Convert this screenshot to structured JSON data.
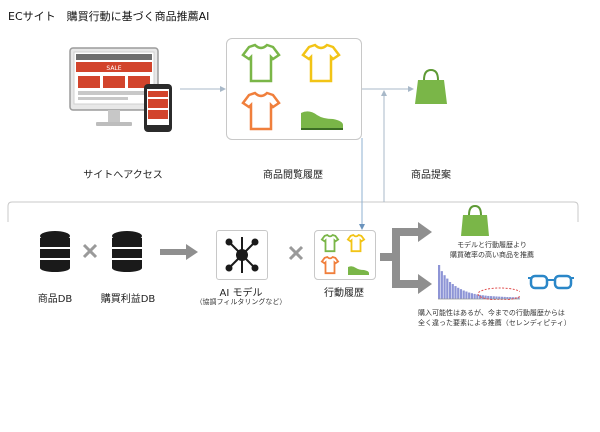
{
  "page_title": "ECサイト　購買行動に基づく商品推薦AI",
  "top_labels": {
    "site_access": "サイトへアクセス",
    "browse_history": "商品閲覧履歴",
    "recommendation": "商品提案"
  },
  "mockup": {
    "sale_text": "SALE"
  },
  "bottom_labels": {
    "product_db": "商品DB",
    "purchase_db": "購買利益DB",
    "ai_model": "AI モデル",
    "ai_model_sub": "（協調フィルタリングなど）",
    "action_history": "行動履歴"
  },
  "notes": {
    "high_prob_line1": "モデルと行動履歴より",
    "high_prob_line2": "購買確率の高い商品を推薦",
    "serendipity_line1": "購入可能性はあるが、今までの行動履歴からは",
    "serendipity_line2": "全く違った要素による推薦（セレンディピティ）"
  },
  "icon_colors": {
    "green": "#7ab648",
    "yellow": "#f2c416",
    "orange": "#f07f3c",
    "gray": "#9a9a9a",
    "dark": "#1a1a1a",
    "blue_bar": "#8e95d6",
    "glasses": "#2b87c8"
  },
  "chart_data": {
    "type": "bar",
    "title": "",
    "values": [
      1.0,
      0.82,
      0.7,
      0.6,
      0.5,
      0.44,
      0.38,
      0.33,
      0.29,
      0.25,
      0.22,
      0.19,
      0.17,
      0.15,
      0.13,
      0.12,
      0.11,
      0.1,
      0.09,
      0.085,
      0.08,
      0.075,
      0.07,
      0.066,
      0.062,
      0.058,
      0.055,
      0.052,
      0.05,
      0.048
    ],
    "ylim": [
      0,
      1
    ],
    "grid": false
  }
}
